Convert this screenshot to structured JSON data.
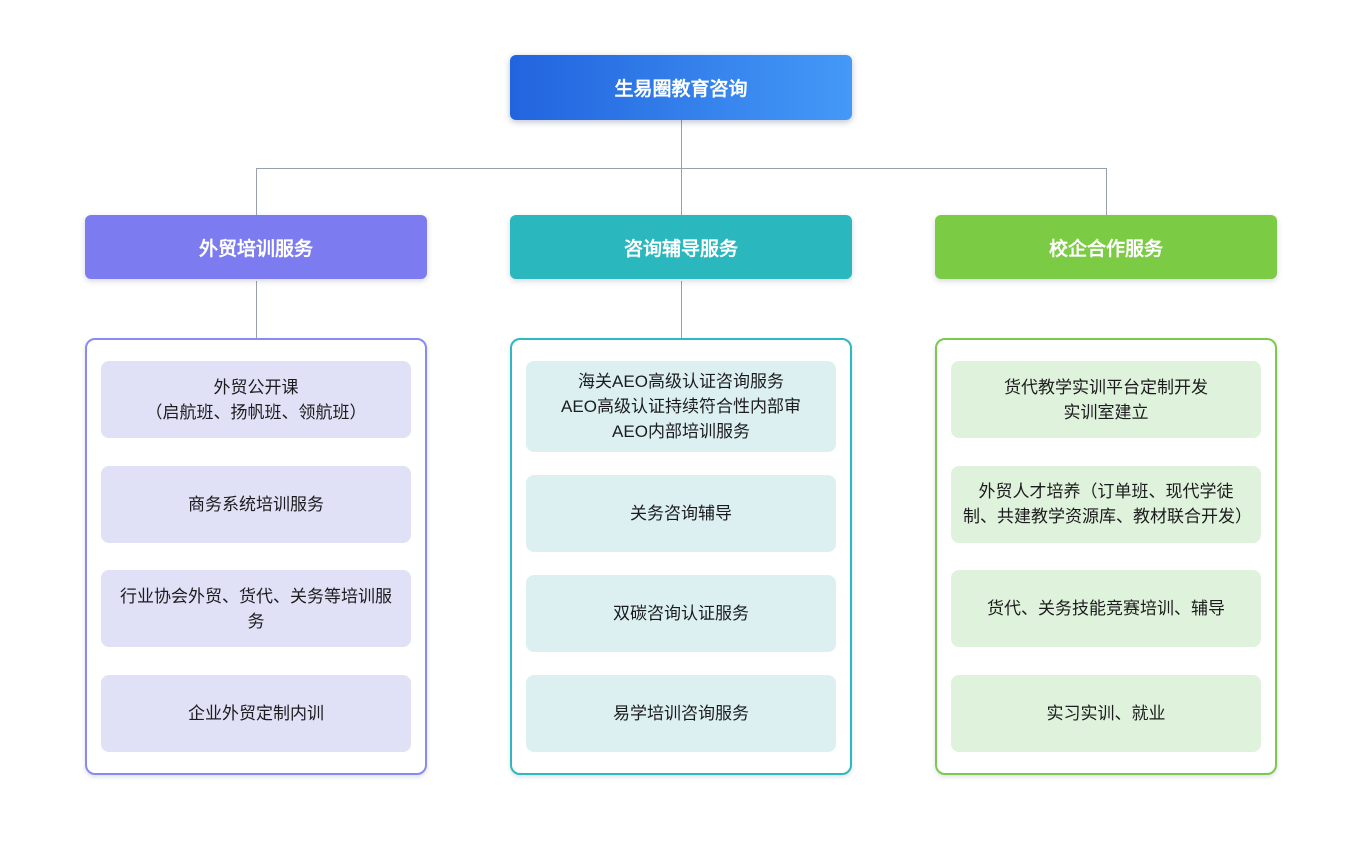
{
  "root": {
    "label": "生易圈教育咨询"
  },
  "colors": {
    "root_gradient_start": "#2264de",
    "root_gradient_end": "#4499f7",
    "connector": "#97a1ae"
  },
  "branches": [
    {
      "label": "外贸培训服务",
      "colors": {
        "header_bg": "#7c7cf0",
        "border": "#8a8af3",
        "item_bg": "#e0e0f6"
      },
      "items": [
        "外贸公开课\n（启航班、扬帆班、领航班）",
        "商务系统培训服务",
        "行业协会外贸、货代、关务等培训服务",
        "企业外贸定制内训"
      ]
    },
    {
      "label": "咨询辅导服务",
      "colors": {
        "header_bg": "#2ab7be",
        "border": "#2fb8c0",
        "item_bg": "#dcf0f2"
      },
      "items": [
        "海关AEO高级认证咨询服务\nAEO高级认证持续符合性内部审\nAEO内部培训服务",
        "关务咨询辅导",
        "双碳咨询认证服务",
        "易学培训咨询服务"
      ]
    },
    {
      "label": "校企合作服务",
      "colors": {
        "header_bg": "#7ccb45",
        "border": "#7bca4b",
        "item_bg": "#dff2db"
      },
      "items": [
        "货代教学实训平台定制开发\n实训室建立",
        "外贸人才培养（订单班、现代学徒制、共建教学资源库、教材联合开发）",
        "货代、关务技能竞赛培训、辅导",
        "实习实训、就业"
      ]
    }
  ]
}
